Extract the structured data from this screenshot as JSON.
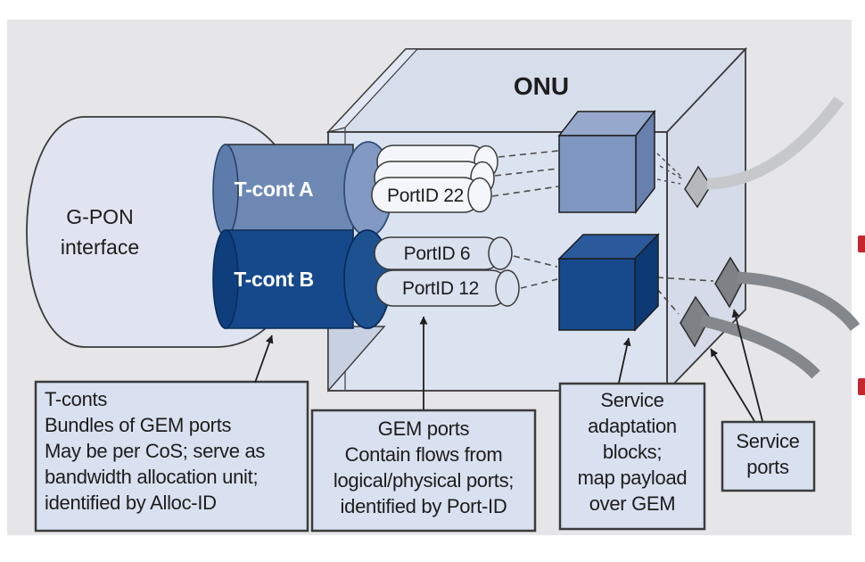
{
  "figure_labels": {
    "onu": "ONU",
    "gpon_line1": "G-PON",
    "gpon_line2": "interface",
    "tcont_a": "T-cont A",
    "tcont_b": "T-cont B",
    "portid22": "PortID 22",
    "portid6": "PortID 6",
    "portid12": "PortID 12"
  },
  "callouts": {
    "tconts": {
      "align": "left",
      "lines": [
        "T-conts",
        "Bundles of GEM ports",
        "May be per CoS; serve as",
        "bandwidth allocation unit;",
        "identified by Alloc-ID"
      ]
    },
    "gem_ports": {
      "align": "center",
      "lines": [
        "GEM ports",
        "Contain flows from",
        "logical/physical ports;",
        "identified by Port-ID"
      ]
    },
    "service_adaptation": {
      "align": "center",
      "lines": [
        "Service",
        "adaptation",
        "blocks;",
        "map payload",
        "over GEM"
      ]
    },
    "service_ports": {
      "align": "center",
      "lines": [
        "Service",
        "ports"
      ]
    }
  },
  "colors": {
    "page_background": "#ffffff",
    "panel_background": "#e6e6e8",
    "callout_fill": "#d9e1f0",
    "callout_border": "#3b3b3b",
    "onu_front_fill": "#dce3f0",
    "onu_top_fill": "#d7deeb",
    "onu_right_fill": "#d5dbe8",
    "gpon_cylinder_fill": "#dfe4f0",
    "tcont_a_fill": "#6e88b4",
    "tcont_b_fill": "#15498c",
    "adaptation_block_light_front": "#7e96c0",
    "adaptation_block_dark_front": "#174a8c",
    "gem_cylinder_white": "#f4f6fb",
    "gem_cylinder_lavender": "#dae1ef",
    "service_port_light": "#b4b7bc",
    "service_port_dark": "#7e8185",
    "arrow_light_gray": "#c6c8cc",
    "arrow_dark_gray": "#84878b",
    "red_fragment": "#c4272e",
    "outline": "#3a3a3a"
  }
}
